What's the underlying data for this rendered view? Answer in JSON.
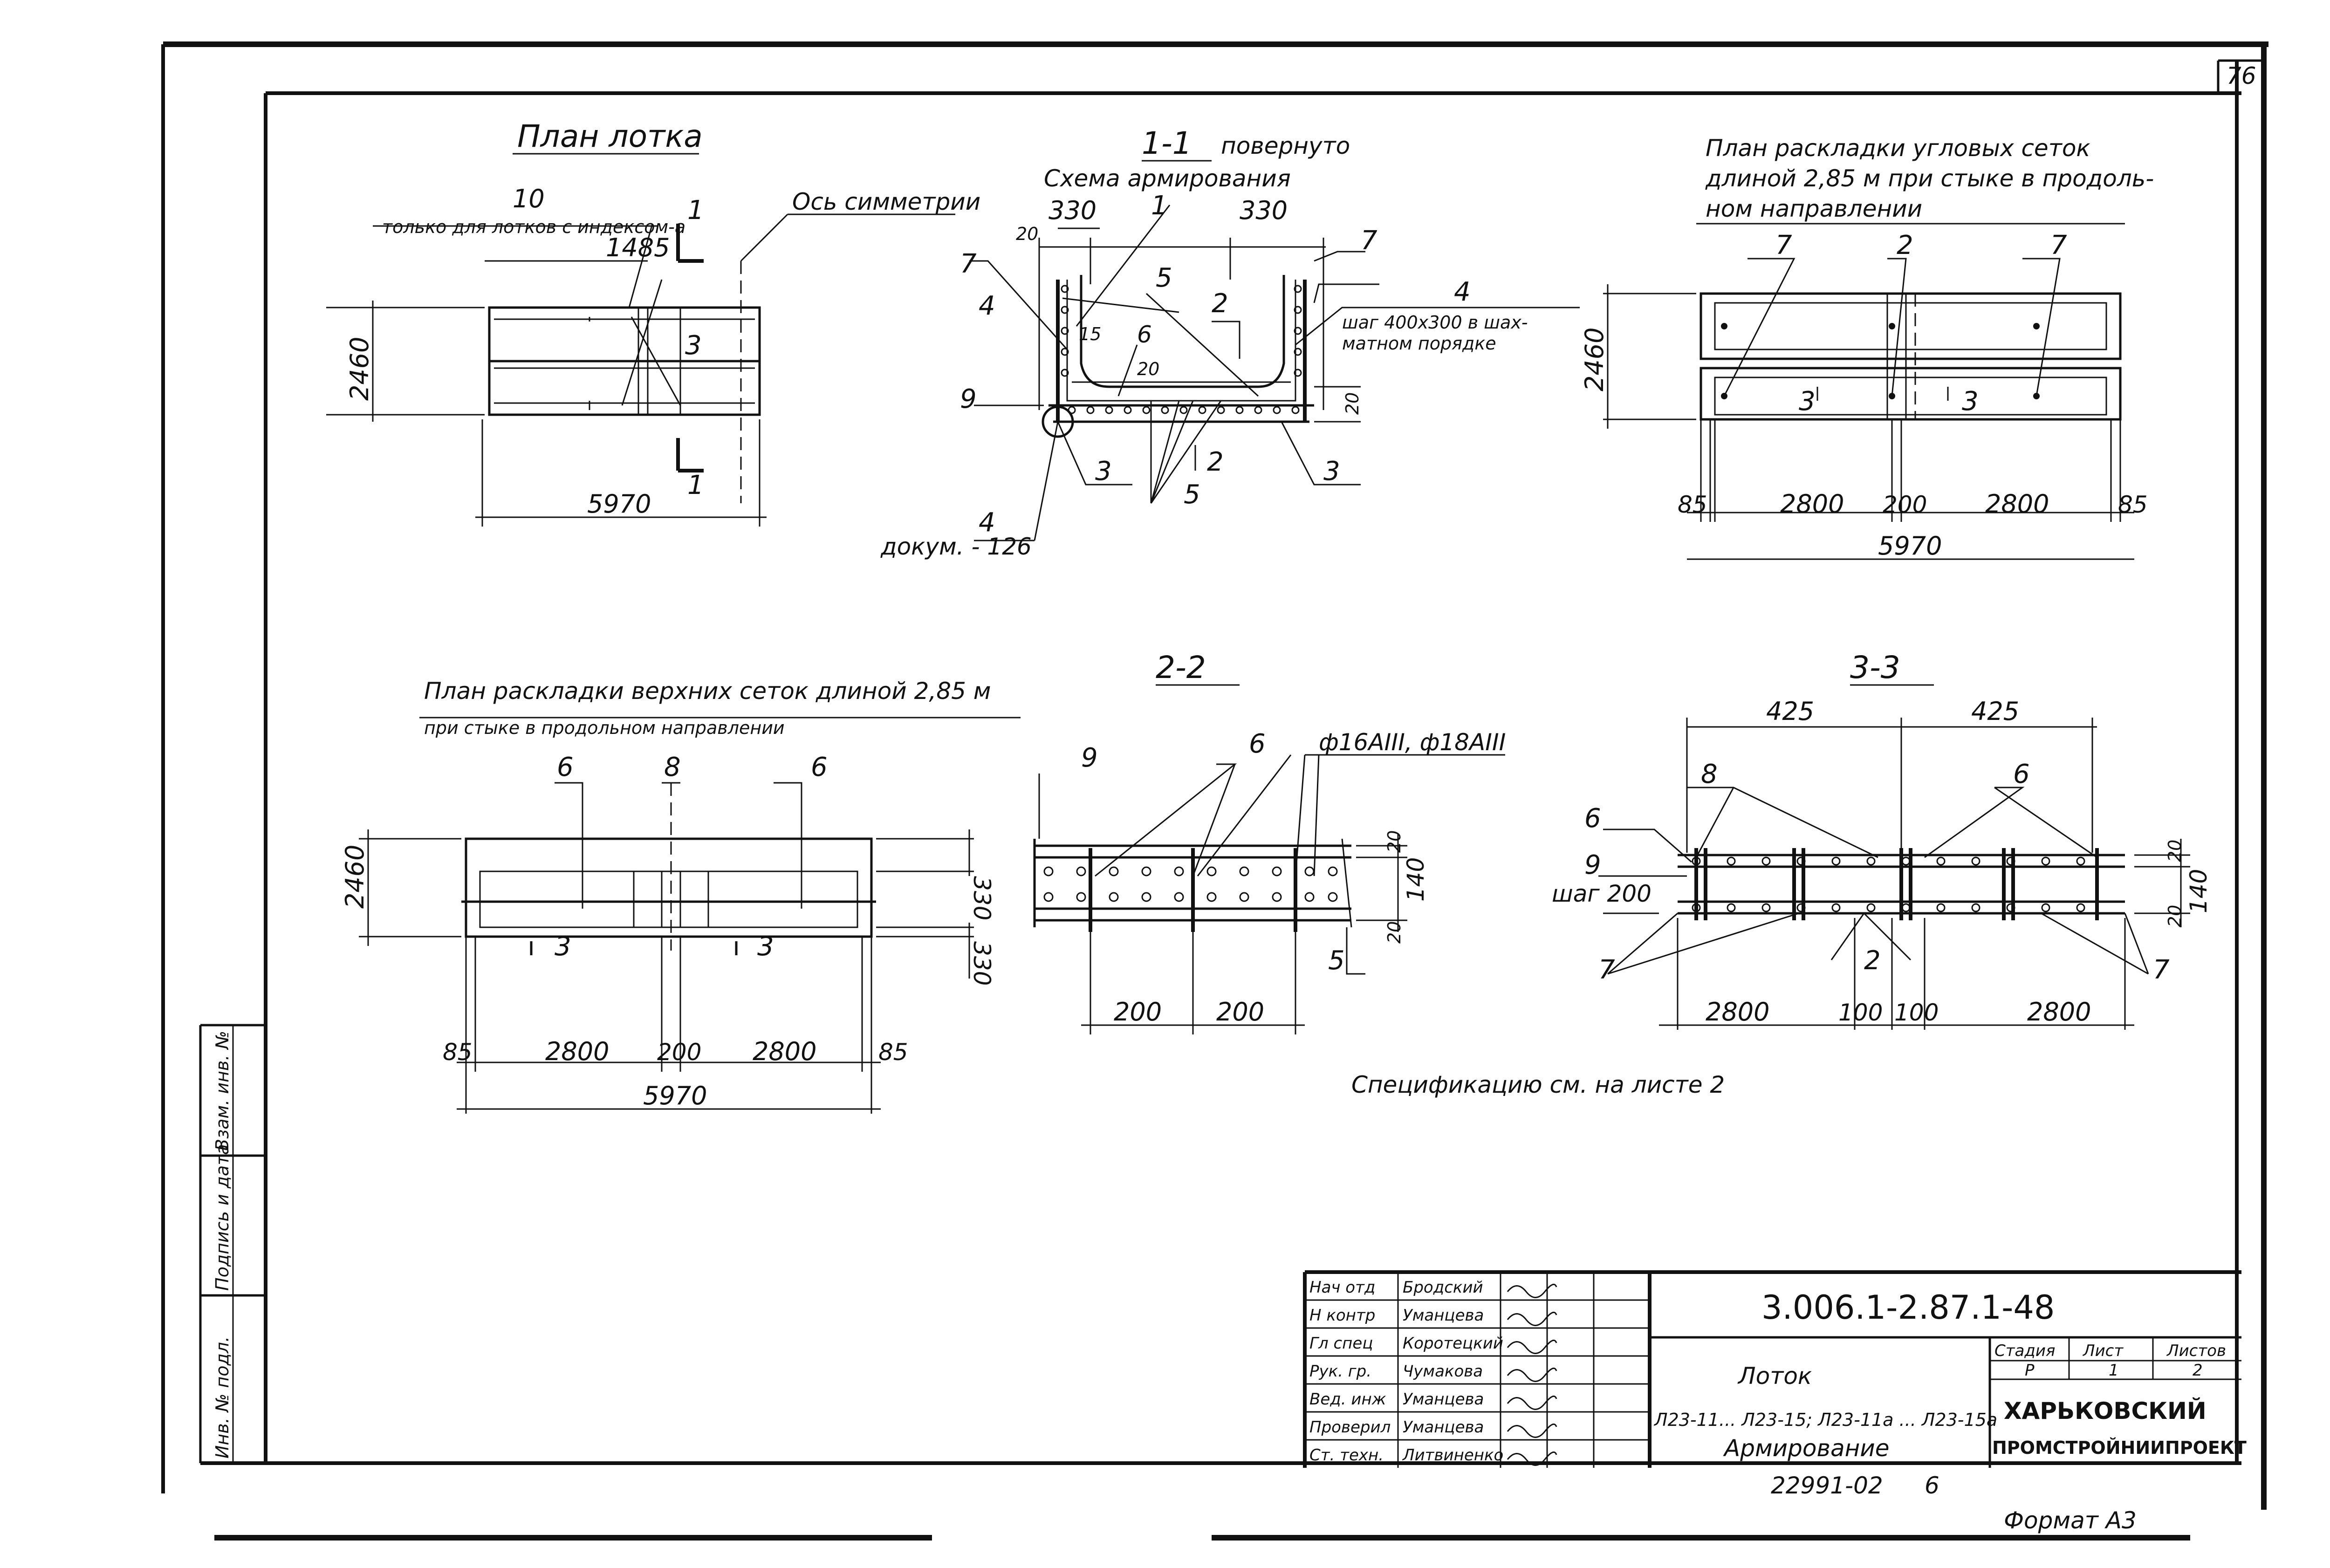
{
  "sheet": {
    "page_number": "76",
    "format": "Формат А3",
    "archive_number": "22991-02",
    "archive_sheet": "6",
    "spec_note": "Спецификацию см. на листе 2"
  },
  "plan_tray": {
    "title": "План лотка",
    "dim_10": "10",
    "note": "только для лотков с индексом-а",
    "dim_1485": "1485",
    "axis_label": "Ось симметрии",
    "dim_2460": "2460",
    "dim_5970": "5970",
    "section_mark": "1",
    "callout_3": "3"
  },
  "section_1_1": {
    "title": "1-1",
    "rotated": "повернуто",
    "subtitle": "Схема армирования",
    "dim_330_left": "330",
    "dim_330_right": "330",
    "dim_20_top": "20",
    "dim_15": "15",
    "dim_20_mid": "20",
    "dim_20_right": "20",
    "step_note": "шаг 400х300 в шахматном порядке",
    "doc_ref": "докум. - 126",
    "callouts": [
      "1",
      "7",
      "4",
      "5",
      "2",
      "6",
      "9",
      "3",
      "3",
      "5",
      "4",
      "2",
      "7",
      "4"
    ]
  },
  "plan_corner_mesh": {
    "title_l1": "План раскладки угловых сеток",
    "title_l2": "длиной 2,85 м при стыке в продоль-",
    "title_l3": "ном направлении",
    "callouts": [
      "7",
      "2",
      "7",
      "3",
      "3"
    ],
    "dim_2460": "2460",
    "dim_85_l": "85",
    "dim_2800_l": "2800",
    "dim_200": "200",
    "dim_2800_r": "2800",
    "dim_85_r": "85",
    "dim_5970": "5970"
  },
  "plan_top_mesh": {
    "title_l1": "План раскладки верхних сеток длиной 2,85 м",
    "title_l2": "при стыке в продольном направлении",
    "callouts": [
      "6",
      "8",
      "6",
      "3",
      "3"
    ],
    "dim_2460": "2460",
    "dim_330_top": "330",
    "dim_330_bot": "330",
    "dim_85_l": "85",
    "dim_2800_l": "2800",
    "dim_200": "200",
    "dim_2800_r": "2800",
    "dim_85_r": "85",
    "dim_5970": "5970"
  },
  "section_2_2": {
    "title": "2-2",
    "callouts": [
      "9",
      "6",
      "5"
    ],
    "rebar": "ф16АIII, ф18АIII",
    "dim_20_top": "20",
    "dim_140": "140",
    "dim_20_bot": "20",
    "dim_200_a": "200",
    "dim_200_b": "200"
  },
  "section_3_3": {
    "title": "3-3",
    "dim_425_l": "425",
    "dim_425_r": "425",
    "callouts": [
      "8",
      "6",
      "6",
      "9",
      "7",
      "2",
      "7"
    ],
    "step": "шаг 200",
    "dim_20_top": "20",
    "dim_140": "140",
    "dim_20_bot": "20",
    "dim_2800_l": "2800",
    "dim_100_l": "100",
    "dim_100_r": "100",
    "dim_2800_r": "2800"
  },
  "side_strip": {
    "inv_orig": "Инв. № подл.",
    "sign_date": "Подпись и дата",
    "replace_inv": "Взам. инв. №"
  },
  "title_block": {
    "doc_code": "3.006.1-2.87.1-48",
    "product": "Лоток",
    "series": "Л23-11... Л23-15; Л23-11а ... Л23-15а",
    "content": "Армирование",
    "stage_label": "Стадия",
    "sheet_label": "Лист",
    "sheets_label": "Листов",
    "stage": "Р",
    "sheet": "1",
    "sheets": "2",
    "org_l1": "ХАРЬКОВСКИЙ",
    "org_l2": "ПРОМСТРОЙНИИПРОЕКТ",
    "roles": [
      {
        "role": "Нач отд",
        "name": "Бродский"
      },
      {
        "role": "Н контр",
        "name": "Уманцева"
      },
      {
        "role": "Гл спец",
        "name": "Коротецкий"
      },
      {
        "role": "Рук. гр.",
        "name": "Чумакова"
      },
      {
        "role": "Вед. инж",
        "name": "Уманцева"
      },
      {
        "role": "Проверил",
        "name": "Уманцева"
      },
      {
        "role": "Ст. техн.",
        "name": "Литвиненко"
      }
    ]
  }
}
